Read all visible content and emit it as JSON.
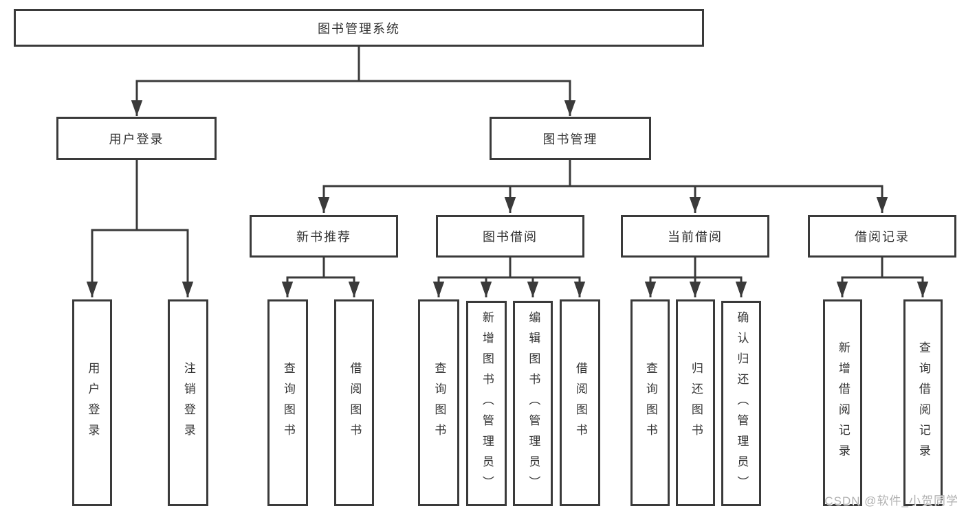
{
  "diagram": {
    "title_node": {
      "label": "图书管理系统"
    },
    "branches": [
      {
        "label": "用户登录"
      },
      {
        "label": "图书管理"
      }
    ],
    "modules": [
      {
        "label": "新书推荐"
      },
      {
        "label": "图书借阅"
      },
      {
        "label": "当前借阅"
      },
      {
        "label": "借阅记录"
      }
    ],
    "leaves": [
      {
        "label": "用户登录"
      },
      {
        "label": "注销登录"
      },
      {
        "label": "查询图书"
      },
      {
        "label": "借阅图书"
      },
      {
        "label": "查询图书"
      },
      {
        "label": "新增图书（管理员）"
      },
      {
        "label": "编辑图书（管理员）"
      },
      {
        "label": "借阅图书"
      },
      {
        "label": "查询图书"
      },
      {
        "label": "归还图书"
      },
      {
        "label": "确认归还（管理员）"
      },
      {
        "label": "新增借阅记录"
      },
      {
        "label": "查询借阅记录"
      }
    ]
  },
  "watermark": {
    "text": "CSDN @软件_小贺同学"
  },
  "colors": {
    "line": "#3a3a3a",
    "text": "#333333",
    "background": "#ffffff",
    "watermark": "#b0b0b0"
  }
}
